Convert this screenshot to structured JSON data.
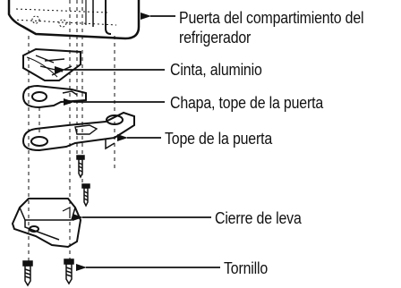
{
  "labels": {
    "door": [
      "Puerta del compartimiento del",
      "refrigerador"
    ],
    "tape": "Cinta, aluminio",
    "plate": "Chapa, tope de la puerta",
    "stop": "Tope de la puerta",
    "cam": "Cierre de leva",
    "screw": "Tornillo"
  },
  "colors": {
    "ink": "#111111",
    "paper": "#ffffff"
  }
}
